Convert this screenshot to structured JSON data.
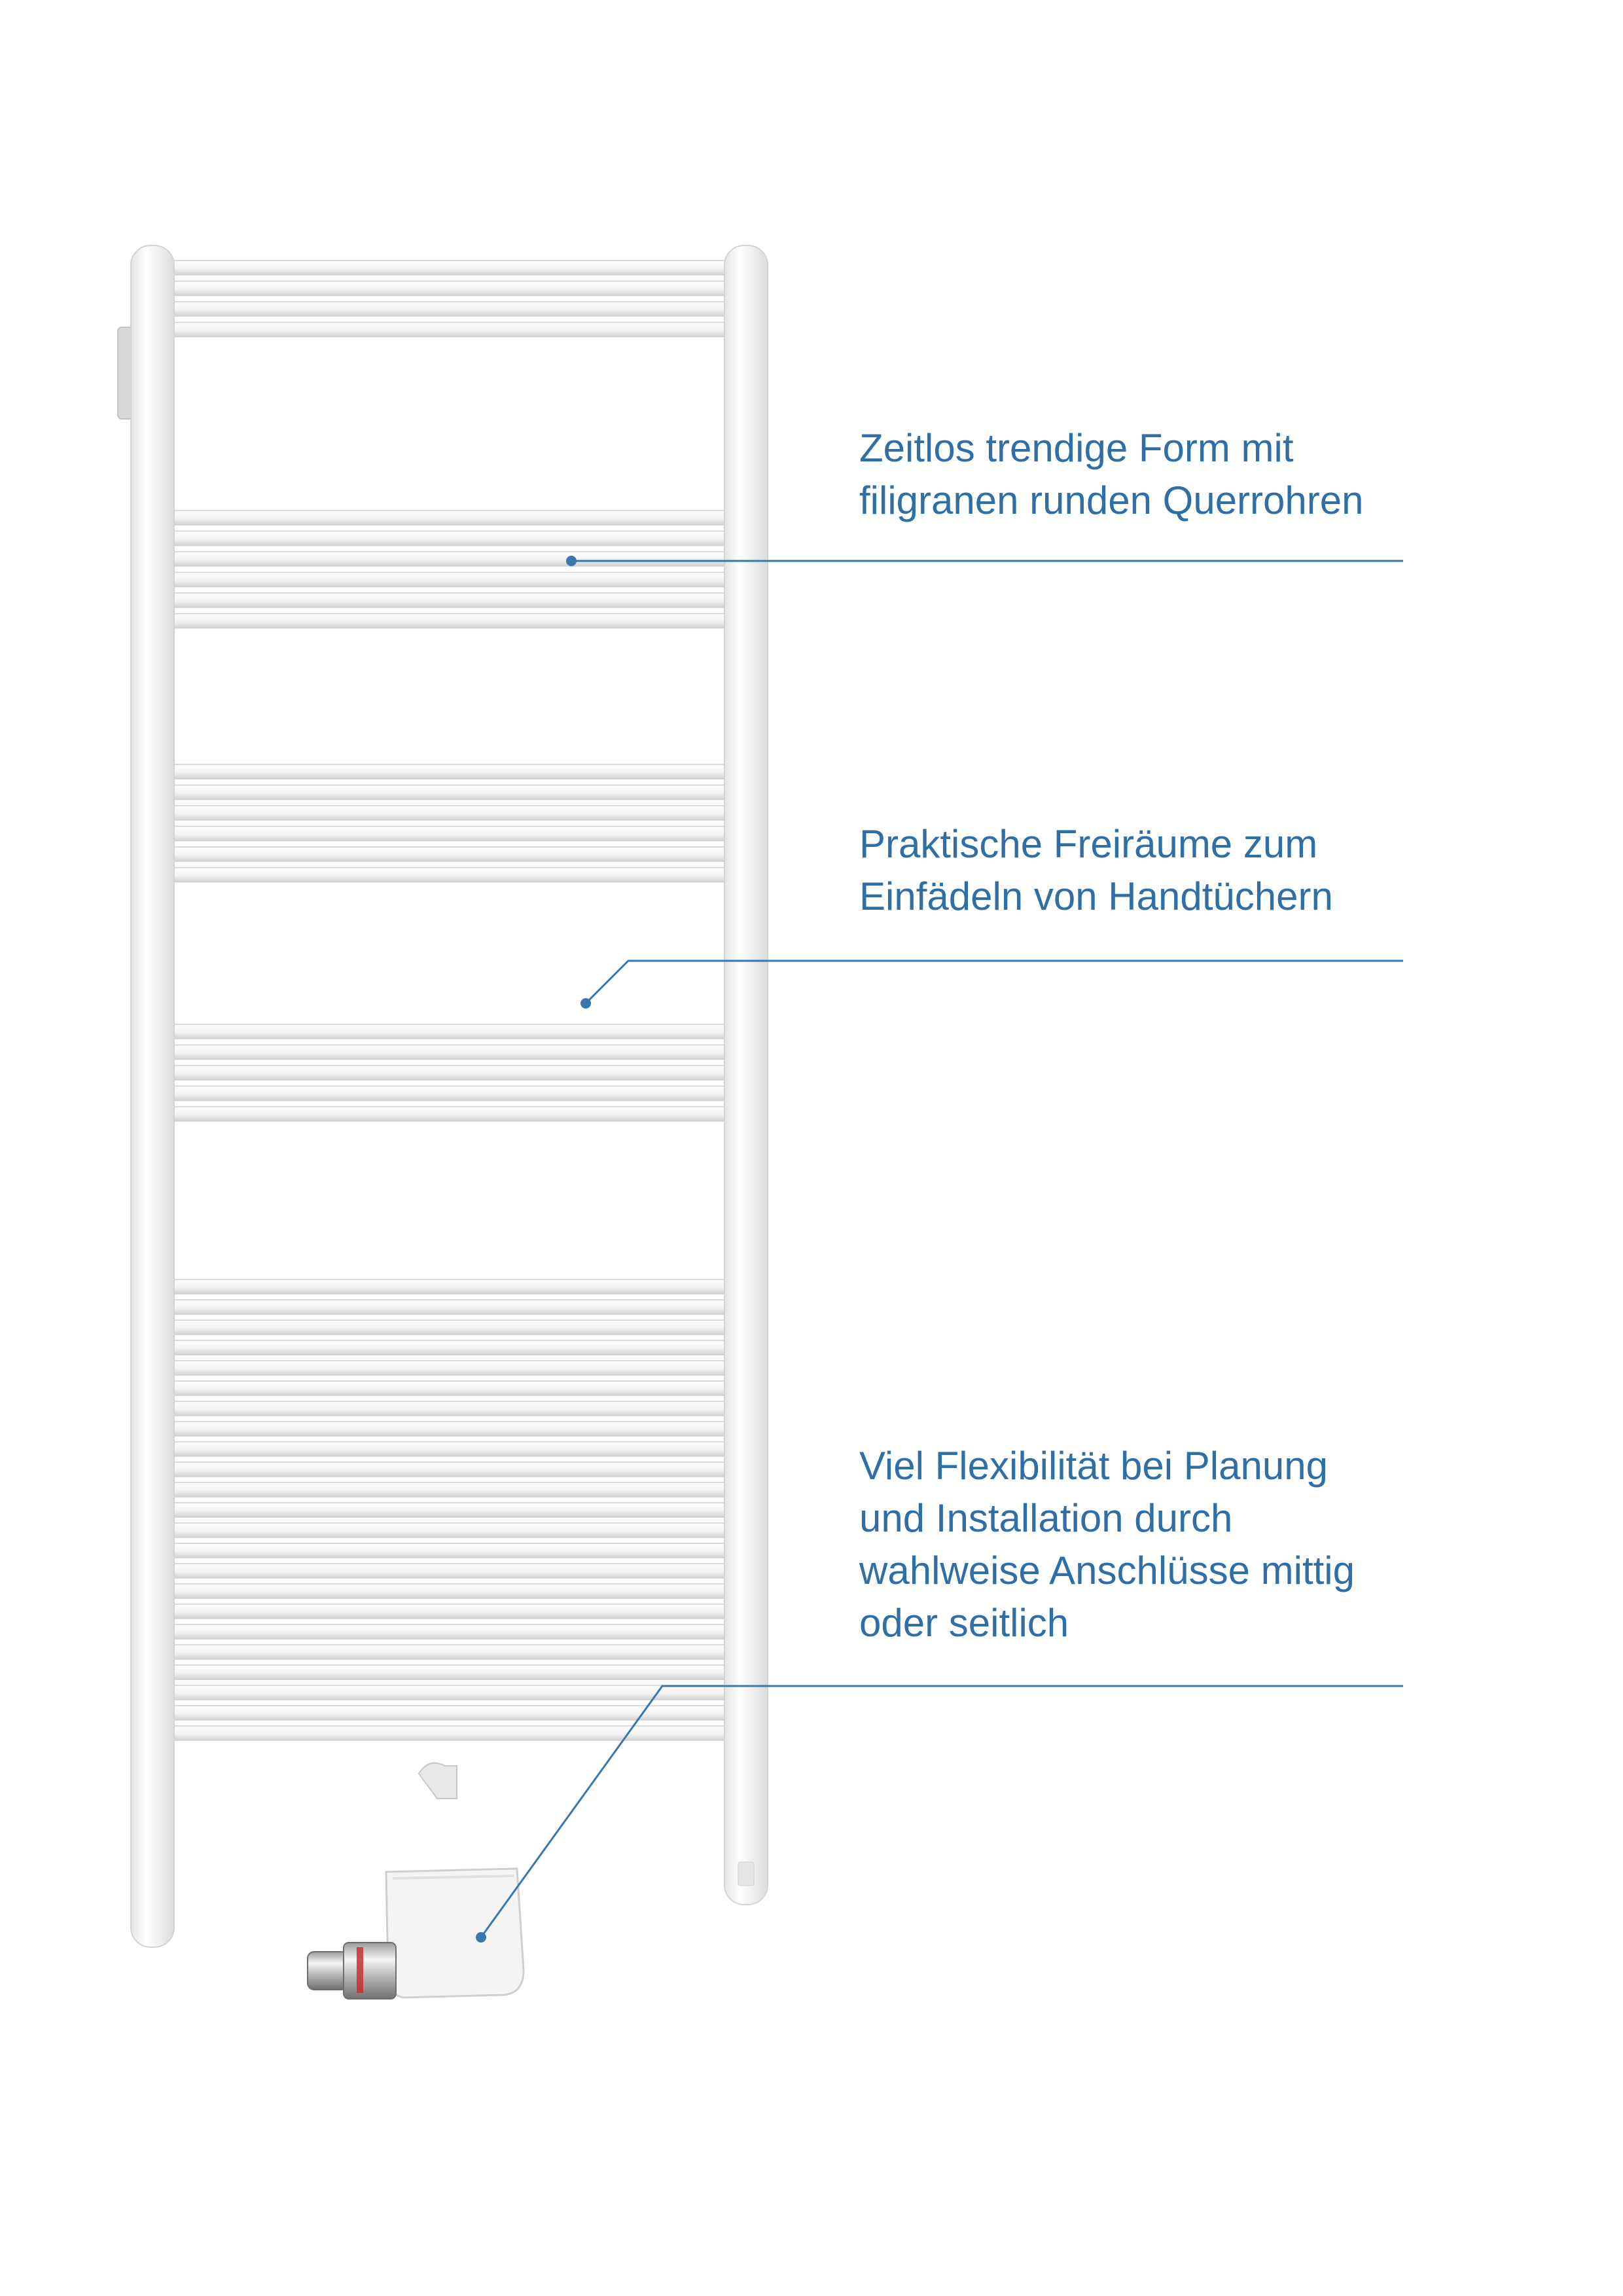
{
  "colors": {
    "background": "#ffffff",
    "annotation_text": "#2f6fa6",
    "leader_line": "#3a77ad",
    "radiator_frame": "#f2f2f2",
    "radiator_outline": "#d6d6d6"
  },
  "callouts": [
    {
      "lines": [
        "Zeitlos trendige Form mit",
        "filigranen runden Querrohren"
      ]
    },
    {
      "lines": [
        "Praktische Freiräume zum",
        "Einfädeln von Handtüchern"
      ]
    },
    {
      "lines": [
        "Viel Flexibilität bei Planung",
        "und Installation durch",
        "wahlweise Anschlüsse mittig",
        "oder seitlich"
      ]
    }
  ]
}
